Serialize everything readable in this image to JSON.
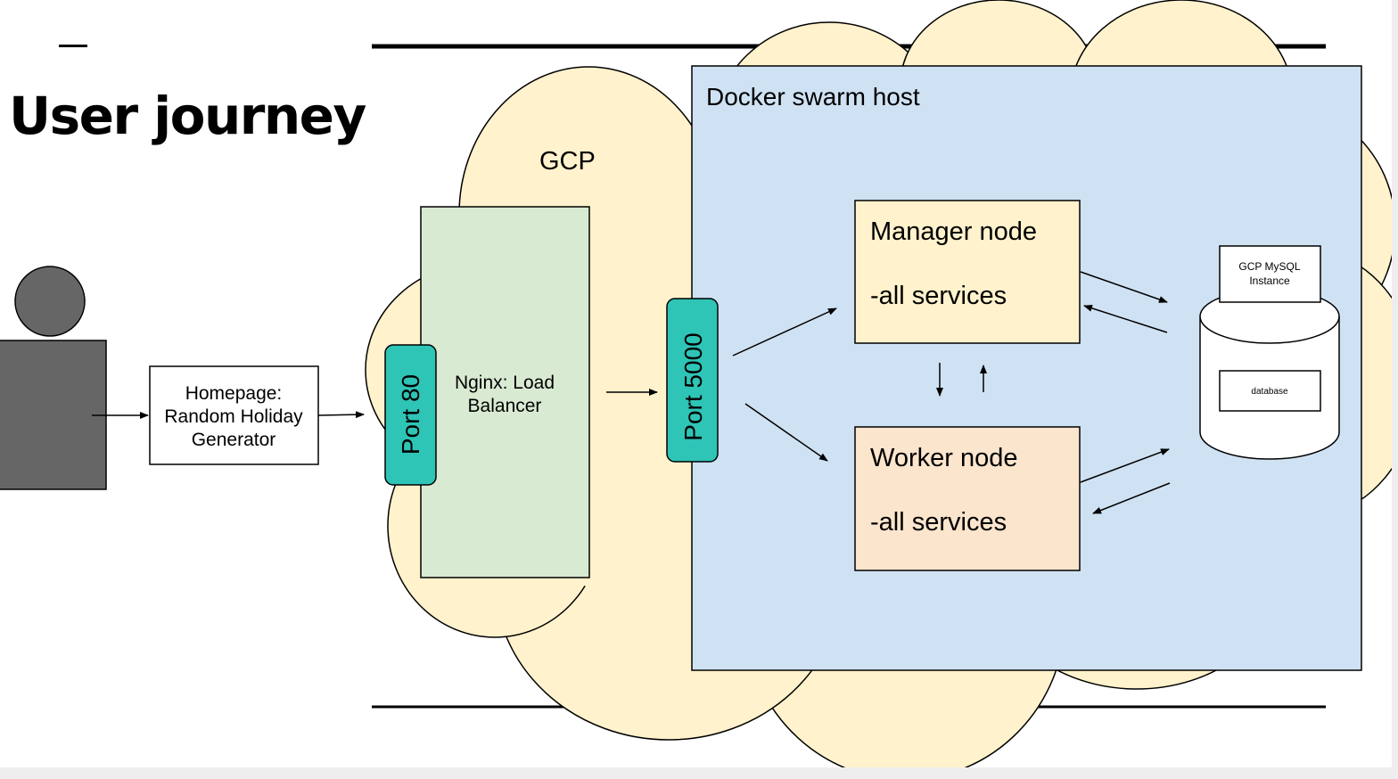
{
  "slide": {
    "title": "User journey"
  },
  "diagram": {
    "homepage_box": [
      "Homepage:",
      "Random Holiday",
      "Generator"
    ],
    "cloud_label": "GCP",
    "load_balancer": [
      "Nginx: Load",
      "Balancer"
    ],
    "port_80": "Port 80",
    "port_5000": "Port 5000",
    "swarm_label": "Docker swarm host",
    "manager_node": [
      "Manager node",
      "-all services"
    ],
    "worker_node": [
      "Worker node",
      "-all services"
    ],
    "mysql_instance": [
      "GCP MySQL",
      "Instance"
    ],
    "database": "database"
  },
  "colors": {
    "cloud_fill": "#fff2cc",
    "swarm_fill": "#cfe2f3",
    "lb_fill": "#d9ead3",
    "port_fill": "#2ec4b6",
    "manager_fill": "#fff2cc",
    "worker_fill": "#fce5cd",
    "person_fill": "#666666"
  }
}
